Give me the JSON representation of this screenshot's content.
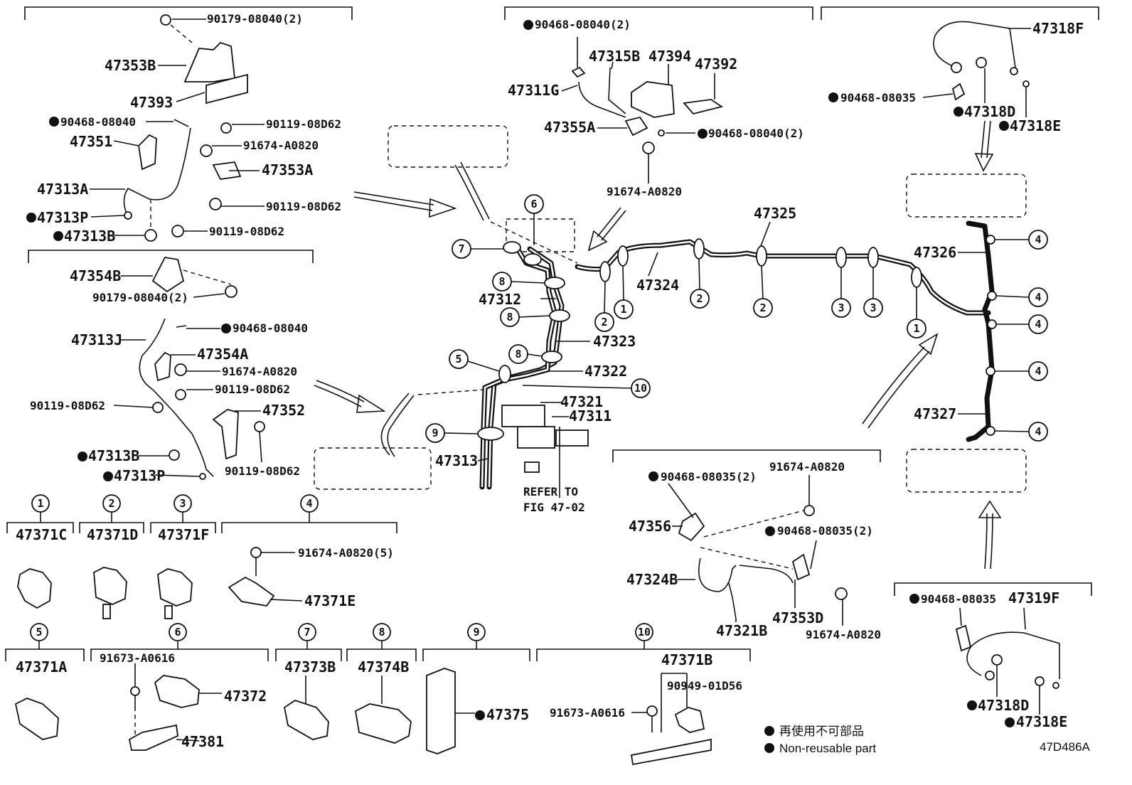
{
  "labels": {
    "l_90179_top": "90179-08040(2)",
    "l_47353B": "47353B",
    "l_47393": "47393",
    "l_90468_a": "90468-08040",
    "l_90119_a": "90119-08D62",
    "l_47351": "47351",
    "l_91674_a": "91674-A0820",
    "l_47353A": "47353A",
    "l_47313A": "47313A",
    "l_90119_b": "90119-08D62",
    "l_47313P_a": "47313P",
    "l_90119_c": "90119-08D62",
    "l_47313B_a": "47313B",
    "l_47354B": "47354B",
    "l_90179_b": "90179-08040(2)",
    "l_47313J": "47313J",
    "l_90468_b": "90468-08040",
    "l_47354A": "47354A",
    "l_91674_b": "91674-A0820",
    "l_90119_d": "90119-08D62",
    "l_90119_e": "90119-08D62",
    "l_47352": "47352",
    "l_47313B_b": "47313B",
    "l_90119_f": "90119-08D62",
    "l_47313P_b": "47313P",
    "l_90468_c": "90468-08040(2)",
    "l_47315B": "47315B",
    "l_47394": "47394",
    "l_47392": "47392",
    "l_47311G": "47311G",
    "l_47355A": "47355A",
    "l_90468_d": "90468-08040(2)",
    "l_91674_c": "91674-A0820",
    "l_47318F": "47318F",
    "l_90468_e": "90468-08035",
    "l_47318D_a": "47318D",
    "l_47318E_a": "47318E",
    "l_47325": "47325",
    "l_47324": "47324",
    "l_47326": "47326",
    "l_47327": "47327",
    "l_47312": "47312",
    "l_47323": "47323",
    "l_47322": "47322",
    "l_47321": "47321",
    "l_47311": "47311",
    "l_47313": "47313",
    "l_refer1": "REFER TO",
    "l_refer2": "FIG 47-02",
    "l_90468_f": "90468-08035(2)",
    "l_91674_d": "91674-A0820",
    "l_47356": "47356",
    "l_90468_g": "90468-08035(2)",
    "l_47324B": "47324B",
    "l_47321B": "47321B",
    "l_47353D": "47353D",
    "l_91674_e": "91674-A0820",
    "l_90468_h": "90468-08035",
    "l_47319F": "47319F",
    "l_47318D_b": "47318D",
    "l_47318E_b": "47318E",
    "l_47371C": "47371C",
    "l_47371D": "47371D",
    "l_47371F": "47371F",
    "l_91674_f": "91674-A0820(5)",
    "l_47371E": "47371E",
    "l_47371A": "47371A",
    "l_91673_a": "91673-A0616",
    "l_47372": "47372",
    "l_47381": "47381",
    "l_47373B": "47373B",
    "l_47374B": "47374B",
    "l_47375": "47375",
    "l_47371B": "47371B",
    "l_90949": "90949-01D56",
    "l_91673_b": "91673-A0616"
  },
  "circle_numbers": [
    "1",
    "2",
    "3",
    "4",
    "5",
    "6",
    "7",
    "8",
    "9",
    "10"
  ],
  "legend": {
    "jp": "再使用不可部品",
    "en": "Non-reusable part"
  },
  "figure_id": "47D486A"
}
